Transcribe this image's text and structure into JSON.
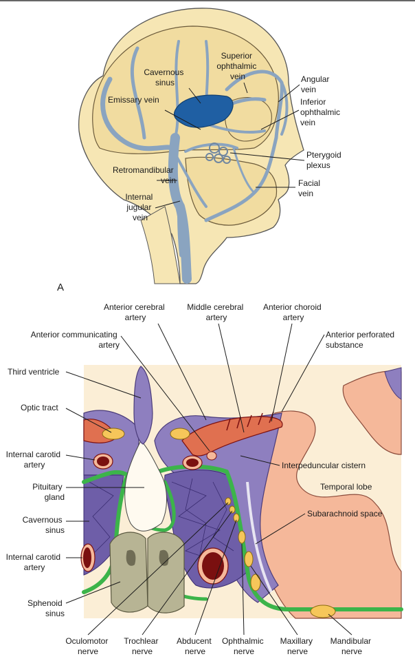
{
  "figure_a": {
    "panel_letter": "A",
    "labels": {
      "cavernous_sinus": [
        "Cavernous",
        "sinus"
      ],
      "superior_ophthalmic_vein": [
        "Superior",
        "ophthalmic",
        "vein"
      ],
      "angular_vein": [
        "Angular",
        "vein"
      ],
      "emissary_vein": [
        "Emissary vein"
      ],
      "inferior_ophthalmic_vein": [
        "Inferior",
        "ophthalmic",
        "vein"
      ],
      "pterygoid_plexus": [
        "Pterygoid",
        "plexus"
      ],
      "retromandibular_vein": [
        "Retromandibular",
        "vein"
      ],
      "facial_vein": [
        "Facial",
        "vein"
      ],
      "internal_jugular_vein": [
        "Internal",
        "jugular",
        "vein"
      ]
    }
  },
  "figure_b": {
    "labels": {
      "anterior_cerebral_artery": [
        "Anterior cerebral",
        "artery"
      ],
      "middle_cerebral_artery": [
        "Middle cerebral",
        "artery"
      ],
      "anterior_choroid_artery": [
        "Anterior choroid",
        "artery"
      ],
      "anterior_communicating_artery": [
        "Anterior communicating",
        "artery"
      ],
      "anterior_perforated_substance": [
        "Anterior perforated",
        "substance"
      ],
      "third_ventricle": [
        "Third ventricle"
      ],
      "optic_tract": [
        "Optic tract"
      ],
      "internal_carotid_artery_upper": [
        "Internal carotid",
        "artery"
      ],
      "interpeduncular_cistern": [
        "Interpeduncular cistern"
      ],
      "pituitary_gland": [
        "Pituitary",
        "gland"
      ],
      "temporal_lobe": [
        "Temporal lobe"
      ],
      "cavernous_sinus": [
        "Cavernous",
        "sinus"
      ],
      "subarachnoid_space": [
        "Subarachnoid space"
      ],
      "internal_carotid_artery_lower": [
        "Internal carotid",
        "artery"
      ],
      "sphenoid_sinus": [
        "Sphenoid",
        "sinus"
      ],
      "oculomotor_nerve": [
        "Oculomotor",
        "nerve"
      ],
      "trochlear_nerve": [
        "Trochlear",
        "nerve"
      ],
      "abducent_nerve": [
        "Abducent",
        "nerve"
      ],
      "ophthalmic_nerve": [
        "Ophthalmic",
        "nerve"
      ],
      "maxillary_nerve": [
        "Maxillary",
        "nerve"
      ],
      "mandibular_nerve": [
        "Mandibular",
        "nerve"
      ]
    }
  },
  "colors": {
    "skin": "#f6e6b4",
    "vein": "#8aa4c0",
    "sinus_blue": "#1f5fa3",
    "background_b": "#fbeed6",
    "brain_pink": "#f5b89a",
    "purple": "#8e7fbf",
    "artery_red": "#e07050",
    "artery_dark": "#7a1010",
    "nerve_yellow": "#f6c65a",
    "dura_green": "#3cb44a",
    "bone_gray": "#b7b494"
  }
}
